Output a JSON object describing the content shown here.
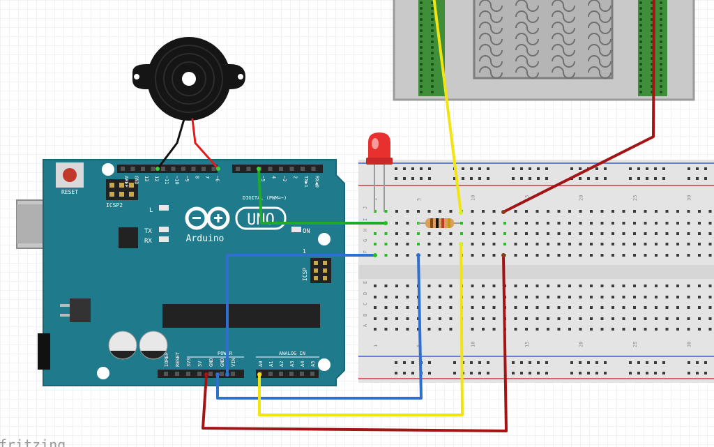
{
  "arduino": {
    "brand": "Arduino",
    "model": "UNO",
    "reset_label": "RESET",
    "icsp2_label": "ICSP2",
    "icsp_label": "ICSP",
    "l_label": "L",
    "tx_label": "TX",
    "rx_label": "RX",
    "on_label": "ON",
    "digital_label": "DIGITAL (PWM=~)",
    "power_label": "POWER",
    "analog_label": "ANALOG IN",
    "pin1_label": "1",
    "top_pins": [
      "AREF",
      "GND",
      "13",
      "12",
      "~11",
      "~10",
      "~9",
      "8",
      "7",
      "~6",
      "~5",
      "4",
      "~3",
      "2",
      "TX▶1",
      "RX◀0"
    ],
    "bottom_power_pins": [
      "IOREF",
      "RESET",
      "3V3",
      "5V",
      "GND",
      "GND",
      "VIN"
    ],
    "bottom_analog_pins": [
      "A0",
      "A1",
      "A2",
      "A3",
      "A4",
      "A5"
    ]
  },
  "breadboard": {
    "column_numbers": [
      "1",
      "5",
      "10",
      "15",
      "20",
      "25",
      "30"
    ],
    "row_letters_top": [
      "J",
      "I",
      "H",
      "G",
      "F"
    ],
    "row_letters_bottom": [
      "E",
      "D",
      "C",
      "B",
      "A"
    ]
  },
  "watermark": "fritzing",
  "colors": {
    "board": "#1f7a8c",
    "wire_red": "#a31515",
    "wire_green": "#1faa2c",
    "wire_blue": "#2f6fd0",
    "wire_yellow": "#f2e40f",
    "wire_black": "#111111"
  }
}
